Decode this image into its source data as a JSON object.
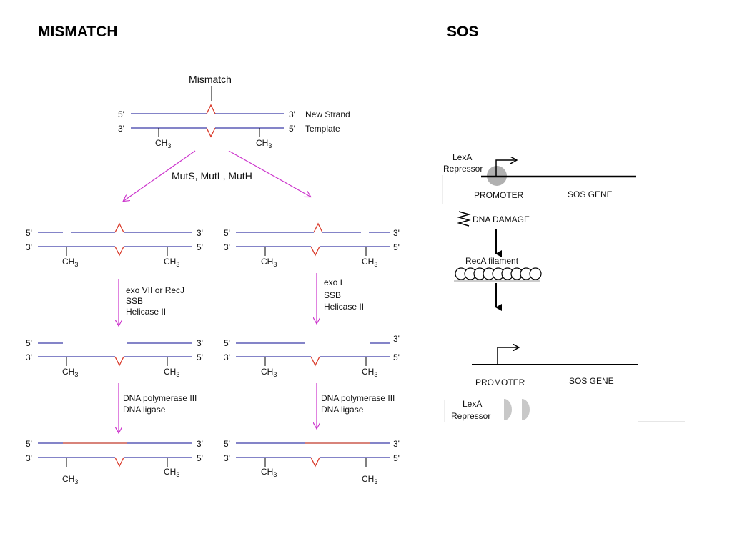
{
  "headings": {
    "mismatch": "MISMATCH",
    "sos": "SOS"
  },
  "mismatch": {
    "top_label": "Mismatch",
    "end_5": "5'",
    "end_3": "3'",
    "new_strand": "New Strand",
    "template": "Template",
    "methyl": "CH",
    "methyl_sub": "3",
    "enzymes": "MutS, MutL, MutH",
    "left_step1": [
      "exo VII or RecJ",
      "SSB",
      "Helicase II"
    ],
    "right_step1": [
      "exo I",
      "SSB",
      "Helicase II"
    ],
    "step2": [
      "DNA polymerase III",
      "DNA ligase"
    ]
  },
  "sos": {
    "lexa": "LexA",
    "repressor": "Repressor",
    "promoter": "PROMOTER",
    "sos_gene": "SOS  GENE",
    "dna_damage": "DNA DAMAGE",
    "reca": "RecA filament"
  },
  "colors": {
    "strand": "#3a3aa8",
    "mismatch": "#d93a2a",
    "arrow": "#cc33cc",
    "repair": "#c0392b"
  }
}
